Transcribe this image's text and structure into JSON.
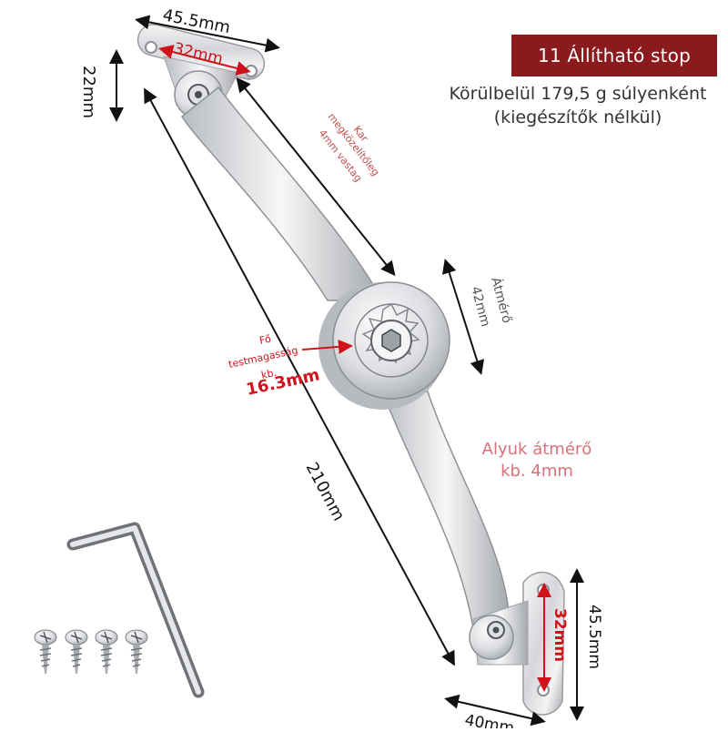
{
  "banner": {
    "label": "11 Állítható stop"
  },
  "weight_note": {
    "line1": "Körülbelül 179,5 g súlyenként",
    "line2": "(kiegészítők nélkül)"
  },
  "hole_note": {
    "line1": "Alyuk átmérő",
    "line2": "kb. 4mm"
  },
  "dimensions": {
    "top_width": "45.5mm",
    "top_hole_spacing": "32mm",
    "top_height": "22mm",
    "arm_note_line1": "Kar",
    "arm_note_line2": "megközelítőleg",
    "arm_note_line3": "4mm vastag",
    "diameter_label": "Átmérő",
    "diameter_value": "42mm",
    "body_height_line1": "Fő",
    "body_height_line2": "testmagasság",
    "body_height_line3": "kb.",
    "body_height_value": "16.3mm",
    "length": "210mm",
    "bottom_width": "40mm",
    "bottom_height": "45.5mm",
    "bottom_hole_spacing": "32mm"
  },
  "colors": {
    "banner_bg": "#8b1a1d",
    "accent_red": "#d0131b",
    "note_pink": "#d9707a",
    "metal_light": "#e8e9eb",
    "metal_dark": "#9a9ca0"
  },
  "icons": [
    "stay-hinge-product",
    "hex-key",
    "screw"
  ]
}
